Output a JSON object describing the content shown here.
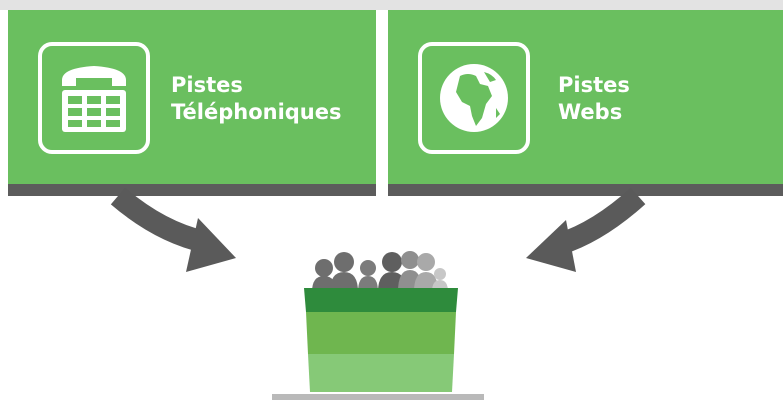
{
  "colors": {
    "panel": "#6abf5f",
    "panel_shadow": "#5c5c5c",
    "arrow": "#5a5a5a",
    "basket_dark": "#2e8b3c",
    "basket_mid": "#6fb64f",
    "basket_light": "#86c977",
    "people": "#6e6e6e",
    "base": "#b9b9b9"
  },
  "panels": [
    {
      "icon": "telephone-icon",
      "line1": "Pistes",
      "line2": "Téléphoniques"
    },
    {
      "icon": "globe-icon",
      "line1": "Pistes",
      "line2": "Webs"
    }
  ]
}
